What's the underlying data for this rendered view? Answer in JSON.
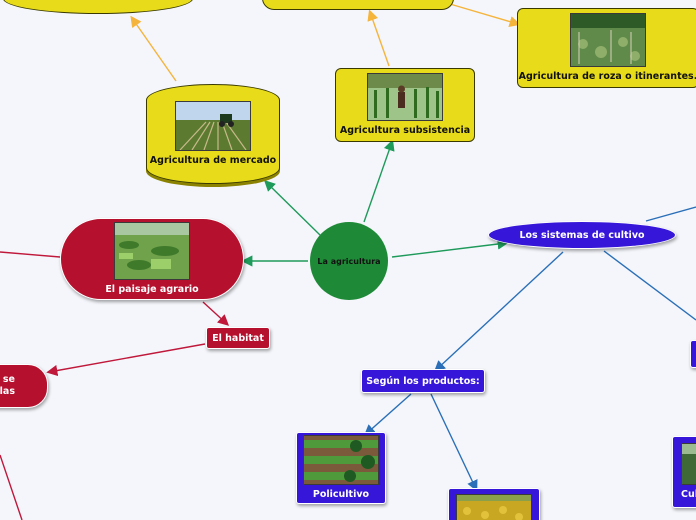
{
  "central": {
    "label": "La agricultura"
  },
  "nodes": {
    "market": {
      "label": "Agricultura de mercado"
    },
    "subsistence": {
      "label": "Agricultura subsistencia"
    },
    "slash_burn": {
      "label": "Agricultura de roza o itinerantes."
    },
    "landscape": {
      "label": "El paisaje agrario"
    },
    "habitat": {
      "label": "El habitat"
    },
    "habitat_child": {
      "line1": "se",
      "line2": "las"
    },
    "systems": {
      "label": "Los sistemas de cultivo"
    },
    "by_products": {
      "label": "Según los productos:"
    },
    "polyculture": {
      "label": "Policultivo"
    },
    "crop_partial": {
      "label": "Cul"
    }
  },
  "colors": {
    "central": "#1e8a37",
    "yellow": "#e8dc1a",
    "blue": "#3616d8",
    "red": "#b5102e",
    "link_green": "#1e9a5a",
    "link_orange": "#f5b43c",
    "link_blue": "#2a6fb8",
    "link_red": "#c0183a"
  }
}
